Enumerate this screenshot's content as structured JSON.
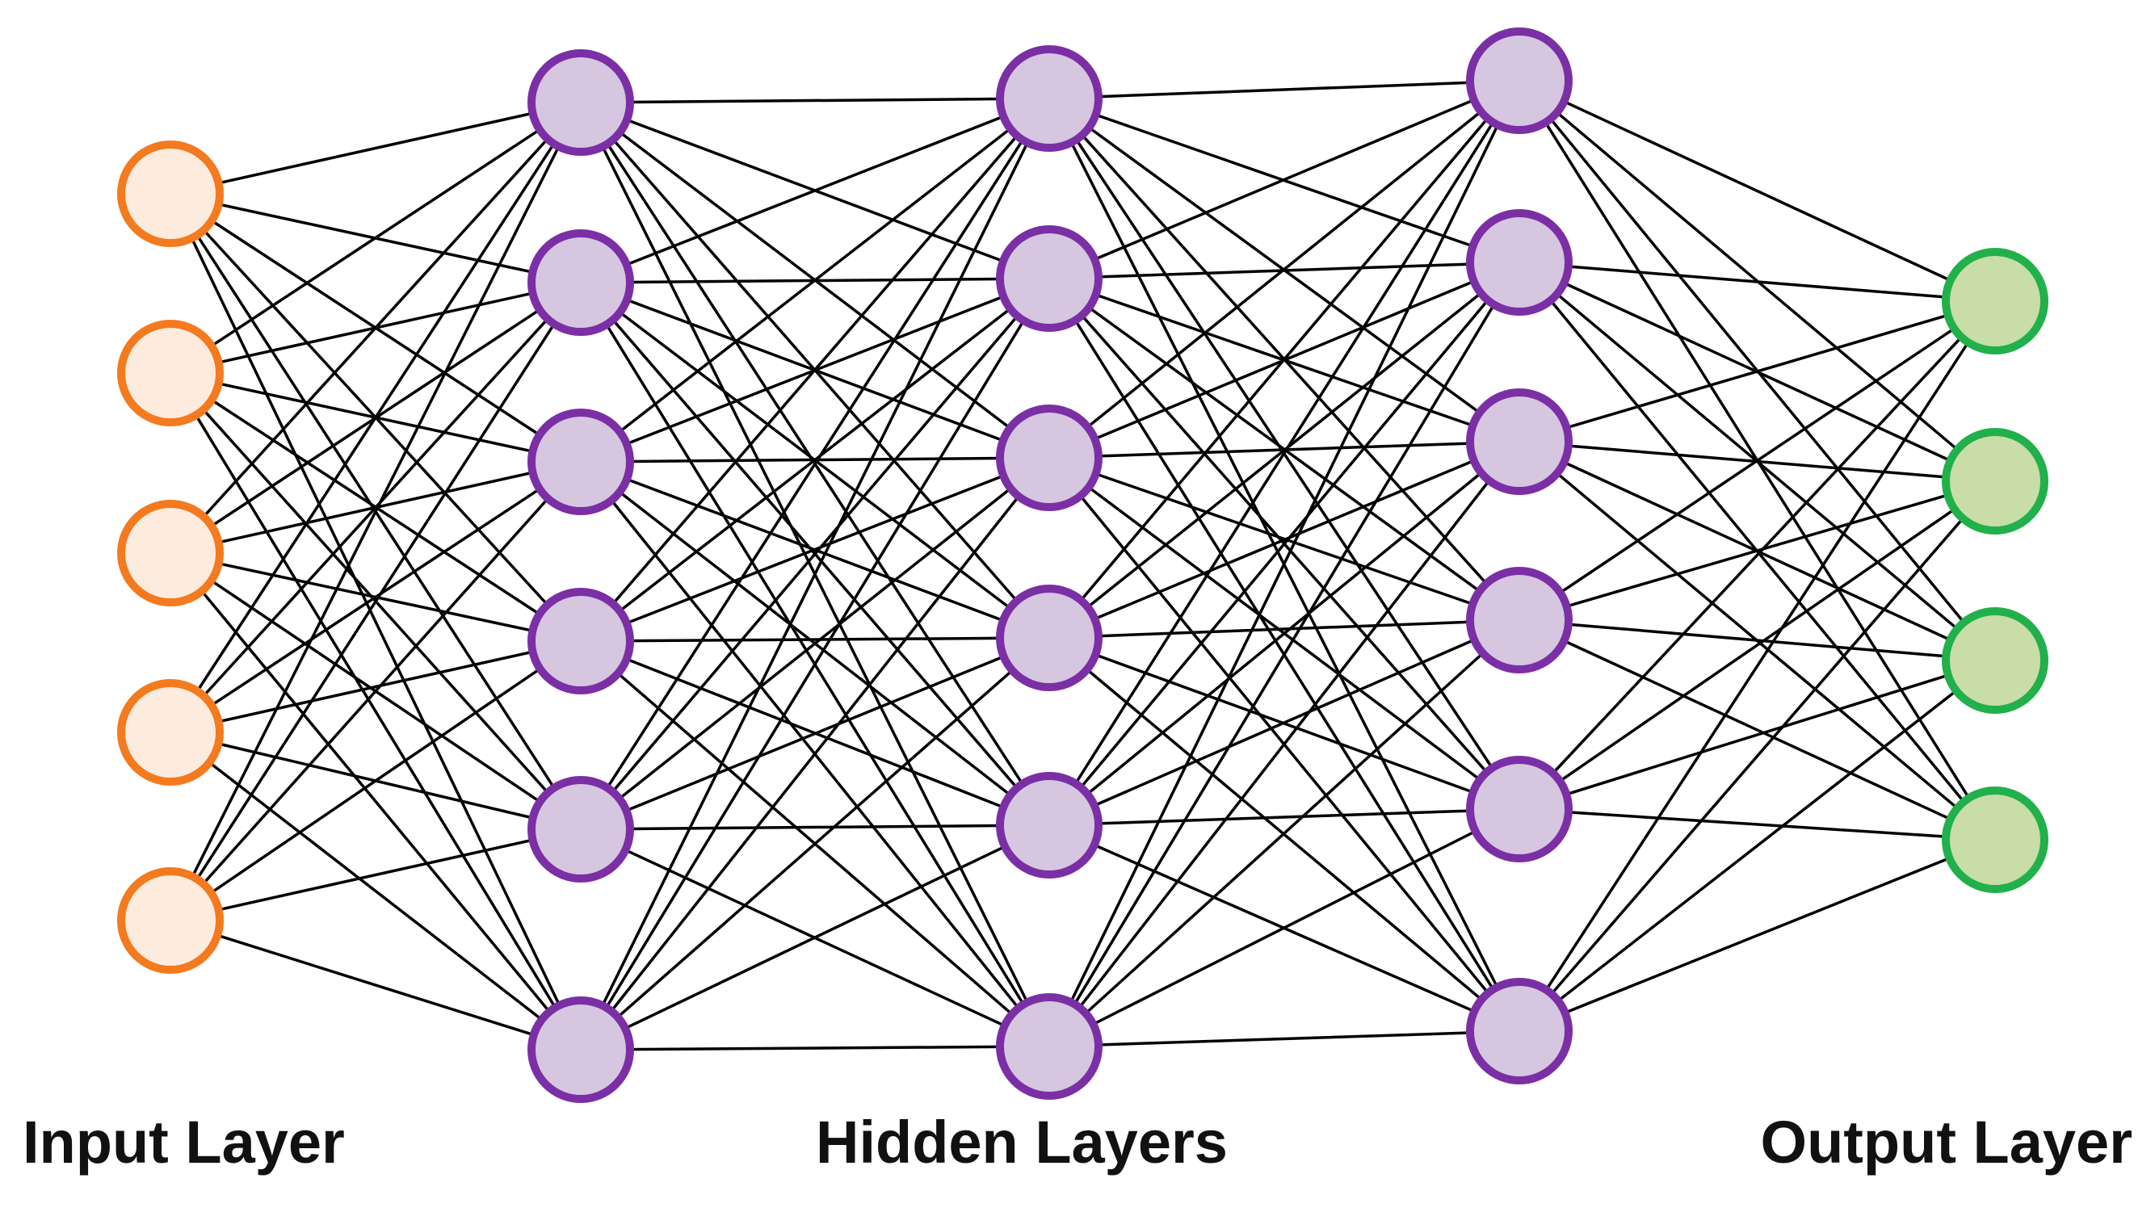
{
  "labels": {
    "input": "Input Layer",
    "hidden": "Hidden Layers",
    "output": "Output Layer"
  },
  "network": {
    "layers": [
      {
        "role": "input",
        "neurons": 5
      },
      {
        "role": "hidden",
        "neurons": 6
      },
      {
        "role": "hidden",
        "neurons": 6
      },
      {
        "role": "hidden",
        "neurons": 6
      },
      {
        "role": "output",
        "neurons": 4
      }
    ],
    "fully_connected": true
  },
  "colors": {
    "input_stroke": "#F47A1F",
    "input_fill": "#FDEBDD",
    "hidden_stroke": "#7B2FA5",
    "hidden_fill": "#D6C6E0",
    "output_stroke": "#21B04B",
    "output_fill": "#C8DDA8",
    "edge": "#000000"
  }
}
